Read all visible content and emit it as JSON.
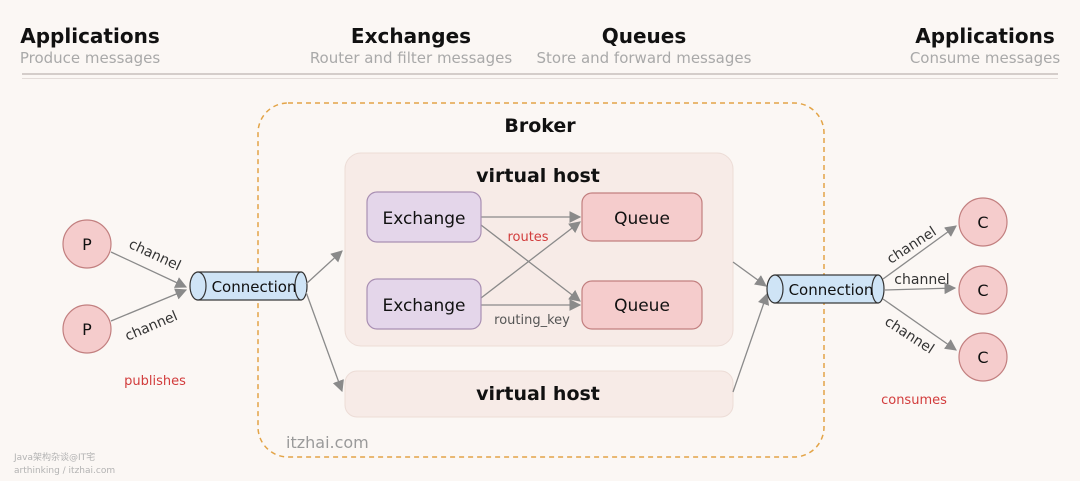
{
  "header": {
    "producers": {
      "title": "Applications",
      "subtitle": "Produce messages"
    },
    "exchanges": {
      "title": "Exchanges",
      "subtitle": "Router and filter messages"
    },
    "queues": {
      "title": "Queues",
      "subtitle": "Store and forward messages"
    },
    "consumers": {
      "title": "Applications",
      "subtitle": "Consume messages"
    }
  },
  "diagram": {
    "broker_label": "Broker",
    "vhost_label": "virtual host",
    "vhost2_label": "virtual host",
    "exchange_label": "Exchange",
    "queue_label": "Queue",
    "connection_label": "Connection",
    "producer_label": "P",
    "consumer_label": "C",
    "channel_label": "channel",
    "routes_label": "routes",
    "routing_key_label": "routing_key",
    "publishes_label": "publishes",
    "consumes_label": "consumes",
    "site_label": "itzhai.com"
  },
  "watermark": {
    "line1": "Java架构杂谈@IT宅",
    "line2": "arthinking / itzhai.com"
  },
  "colors": {
    "exchange_fill": "#e4d6ea",
    "queue_fill": "#f5cccc",
    "circle_fill": "#f5cccc",
    "connection_fill": "#cfe4f6",
    "accent_red": "#d23c3c",
    "broker_border": "#e3a447"
  }
}
